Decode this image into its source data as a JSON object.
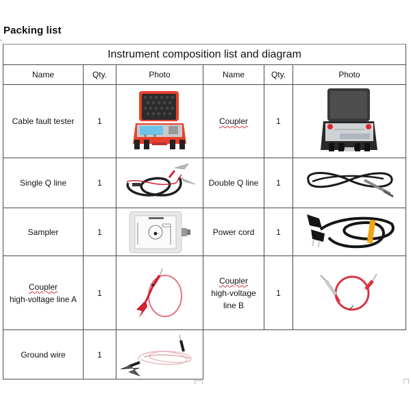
{
  "heading": "Packing list",
  "table": {
    "title": "Instrument composition list and diagram",
    "headers": {
      "left": {
        "name": "Name",
        "qty": "Qty.",
        "photo": "Photo"
      },
      "right": {
        "name": "Name",
        "qty": "Qty.",
        "photo": "Photo"
      }
    },
    "rows": [
      {
        "left": {
          "name": "Cable fault tester",
          "qty": "1",
          "photo": "red-tester-case-photo"
        },
        "right": {
          "name": "Coupler",
          "qty": "1",
          "photo": "black-coupler-case-photo"
        }
      },
      {
        "left": {
          "name": "Single Q line",
          "qty": "1",
          "photo": "single-q-line-photo"
        },
        "right": {
          "name": "Double Q line",
          "qty": "1",
          "photo": "double-q-line-photo"
        }
      },
      {
        "left": {
          "name": "Sampler",
          "qty": "1",
          "photo": "sampler-box-photo"
        },
        "right": {
          "name": "Power cord",
          "qty": "1",
          "photo": "power-cord-photo"
        }
      },
      {
        "left": {
          "name_line1": "Coupler",
          "name_line2": "high-voltage line A",
          "qty": "1",
          "photo": "red-line-with-clip-photo"
        },
        "right": {
          "name_line1": "Coupler",
          "name_line2": "high-voltage",
          "name_line3": "line B",
          "qty": "1",
          "photo": "red-coiled-lead-photo"
        }
      },
      {
        "left": {
          "name": "Ground wire",
          "qty": "1",
          "photo": "ground-wire-photo"
        }
      }
    ]
  },
  "colors": {
    "border": "#4a4a4a",
    "tester_red": "#e8412c",
    "coupler_black": "#2a2a2a",
    "lead_red": "#d8343f",
    "spellcheck_underline": "#d23a3a"
  }
}
